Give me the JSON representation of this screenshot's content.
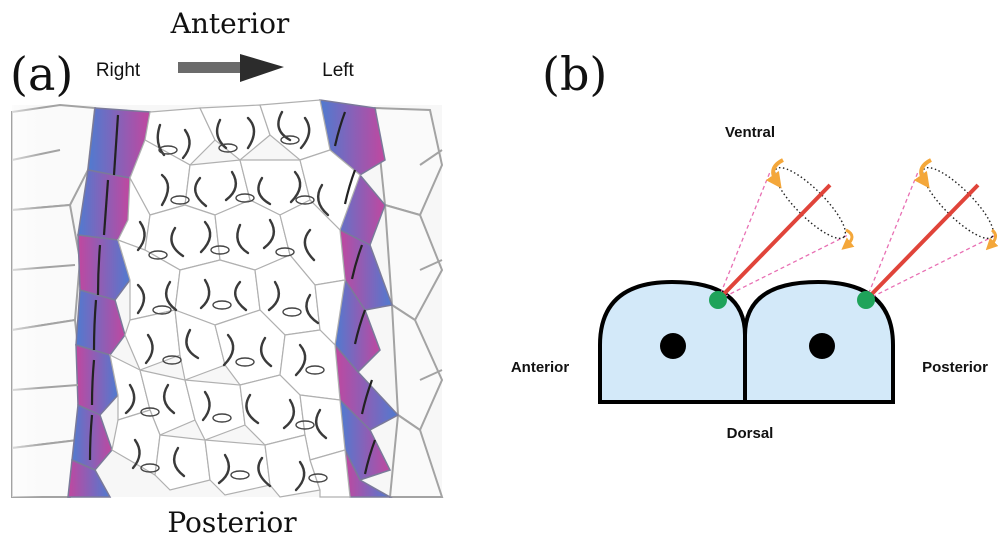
{
  "panel_a": {
    "panel_label": "(a)",
    "title_top": "Anterior",
    "title_bottom": "Posterior",
    "label_right": "Right",
    "label_left": "Left",
    "colors": {
      "blue": "#4f7bd0",
      "magenta": "#c1479f",
      "cell_edge": "#9a9a9a",
      "cilia": "#3a3a3a"
    }
  },
  "panel_b": {
    "panel_label": "(b)",
    "label_ventral": "Ventral",
    "label_dorsal": "Dorsal",
    "label_anterior": "Anterior",
    "label_posterior": "Posterior",
    "colors": {
      "cell_fill": "#d3e9f9",
      "cell_stroke": "#000000",
      "nucleus": "#000000",
      "basal_body": "#1ea35a",
      "cilium": "#e0443a",
      "cone": "#e86fb3",
      "rotation_arrow": "#f4a73a"
    }
  }
}
